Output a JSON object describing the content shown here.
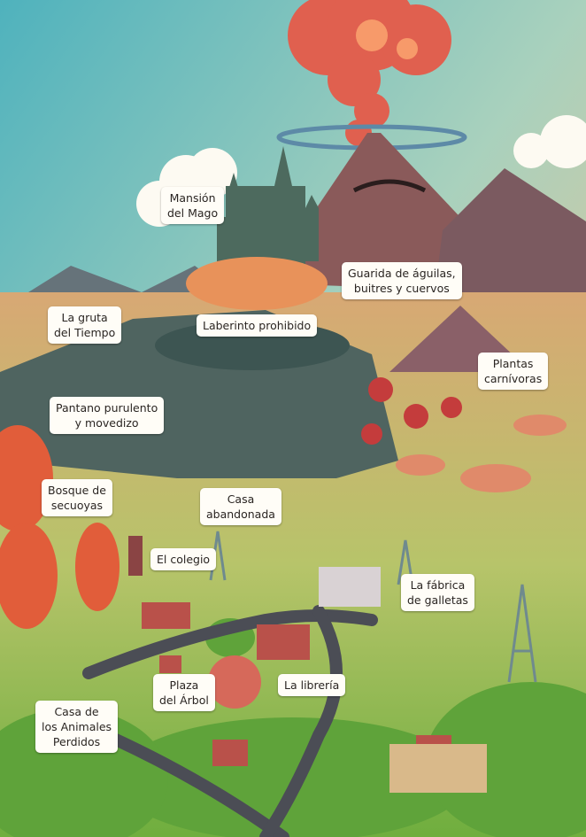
{
  "map": {
    "labels": {
      "mansion": [
        "Mansión",
        "del Mago"
      ],
      "guarida": [
        "Guarida de águilas,",
        "buitres y cuervos"
      ],
      "gruta": [
        "La gruta",
        "del Tiempo"
      ],
      "laberinto": [
        "Laberinto prohibido"
      ],
      "plantas": [
        "Plantas",
        "carnívoras"
      ],
      "pantano": [
        "Pantano purulento",
        "y movedizo"
      ],
      "bosque": [
        "Bosque de",
        "secuoyas"
      ],
      "casa_abandonada": [
        "Casa",
        "abandonada"
      ],
      "colegio": [
        "El colegio"
      ],
      "fabrica": [
        "La fábrica",
        "de galletas"
      ],
      "plaza": [
        "Plaza",
        "del Árbol"
      ],
      "libreria": [
        "La librería"
      ],
      "animales": [
        "Casa de",
        "los Animales",
        "Perdidos"
      ]
    },
    "colors": {
      "sky_top": "#5fb8bf",
      "sky_bottom": "#f4c48e",
      "volcano": "#8a5a5a",
      "smoke": "#e0604f",
      "forest": "#7db84a",
      "castle": "#4d6a5e"
    }
  }
}
